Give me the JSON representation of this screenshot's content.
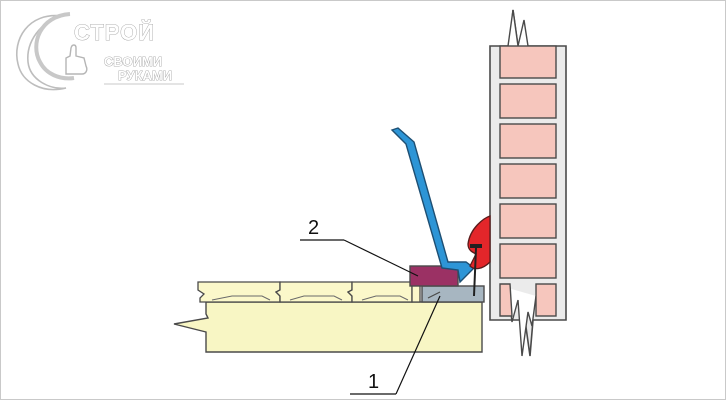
{
  "logo": {
    "line1": "СТРОЙ",
    "line2": "СВОИМИ",
    "line3": "РУКАМИ",
    "color": "#d8d8d8"
  },
  "callouts": [
    {
      "label": "2"
    },
    {
      "label": "1"
    }
  ],
  "colors": {
    "brick": "#f6c6bd",
    "mortar": "#ebebeb",
    "floorboard": "#fbf8ca",
    "joist": "#f8f6c4",
    "plinth_blue": "#2d95d6",
    "piece_purple": "#9b3164",
    "piece_gray": "#a7b6c1",
    "clip_red": "#e3262a",
    "outline": "#4a4a4a"
  }
}
